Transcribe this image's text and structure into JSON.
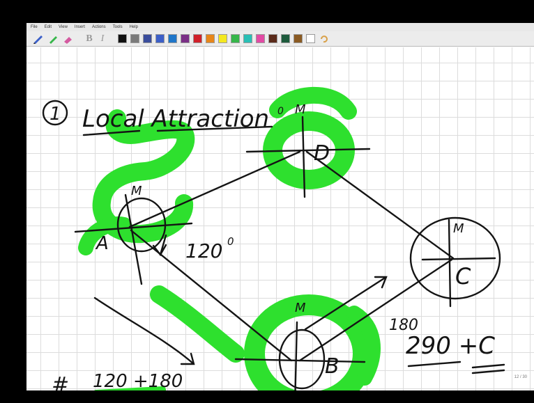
{
  "menu": [
    "File",
    "Edit",
    "View",
    "Insert",
    "Actions",
    "Tools",
    "Help"
  ],
  "toolbar": {
    "tools": [
      {
        "name": "pen-tool",
        "icon": "pen-icon"
      },
      {
        "name": "highlighter-tool",
        "icon": "highlighter-icon"
      },
      {
        "name": "eraser-tool",
        "icon": "eraser-icon"
      }
    ],
    "bold": "B",
    "italic": "I",
    "colors": [
      "#111111",
      "#7a7a7a",
      "#3a4d9c",
      "#3c5fc8",
      "#1f76c9",
      "#7a2f86",
      "#d0202a",
      "#e8861a",
      "#f4e81f",
      "#36b64a",
      "#29bfb5",
      "#e24aa4",
      "#5a2a1a",
      "#1d5a3c",
      "#8a5a22",
      "#ffffff"
    ]
  },
  "notes": {
    "title_number": "1",
    "title": "Local Attraction",
    "superscript": "0",
    "station_a": "A",
    "station_b": "B",
    "station_c": "C",
    "station_d": "D",
    "meridian": "M",
    "angle_120": "120",
    "deg": "0",
    "formula": "120 +180",
    "formula_prefix": "#",
    "bearing_180": "180",
    "bearing_290": "290 +C"
  },
  "page_indicator": "12 / 30"
}
